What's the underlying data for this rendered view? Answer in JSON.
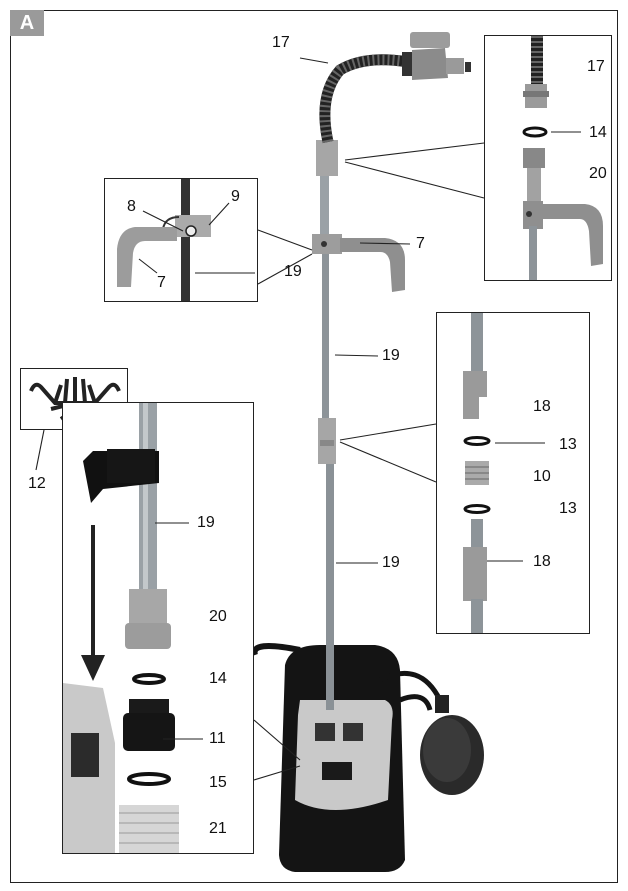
{
  "figure_tag": "A",
  "labels": {
    "l17_main": "17",
    "l17_box": "17",
    "l14_box": "14",
    "l20_box": "20",
    "l8": "8",
    "l9": "9",
    "l7_box": "7",
    "l19_box": "19",
    "l7_main": "7",
    "l19_a": "19",
    "l18_a": "18",
    "l13_a": "13",
    "l10": "10",
    "l13_b": "13",
    "l18_b": "18",
    "l19_b": "19",
    "l12": "12",
    "l19_left": "19",
    "l20_left": "20",
    "l14_left": "14",
    "l11": "11",
    "l15": "15",
    "l21": "21"
  }
}
